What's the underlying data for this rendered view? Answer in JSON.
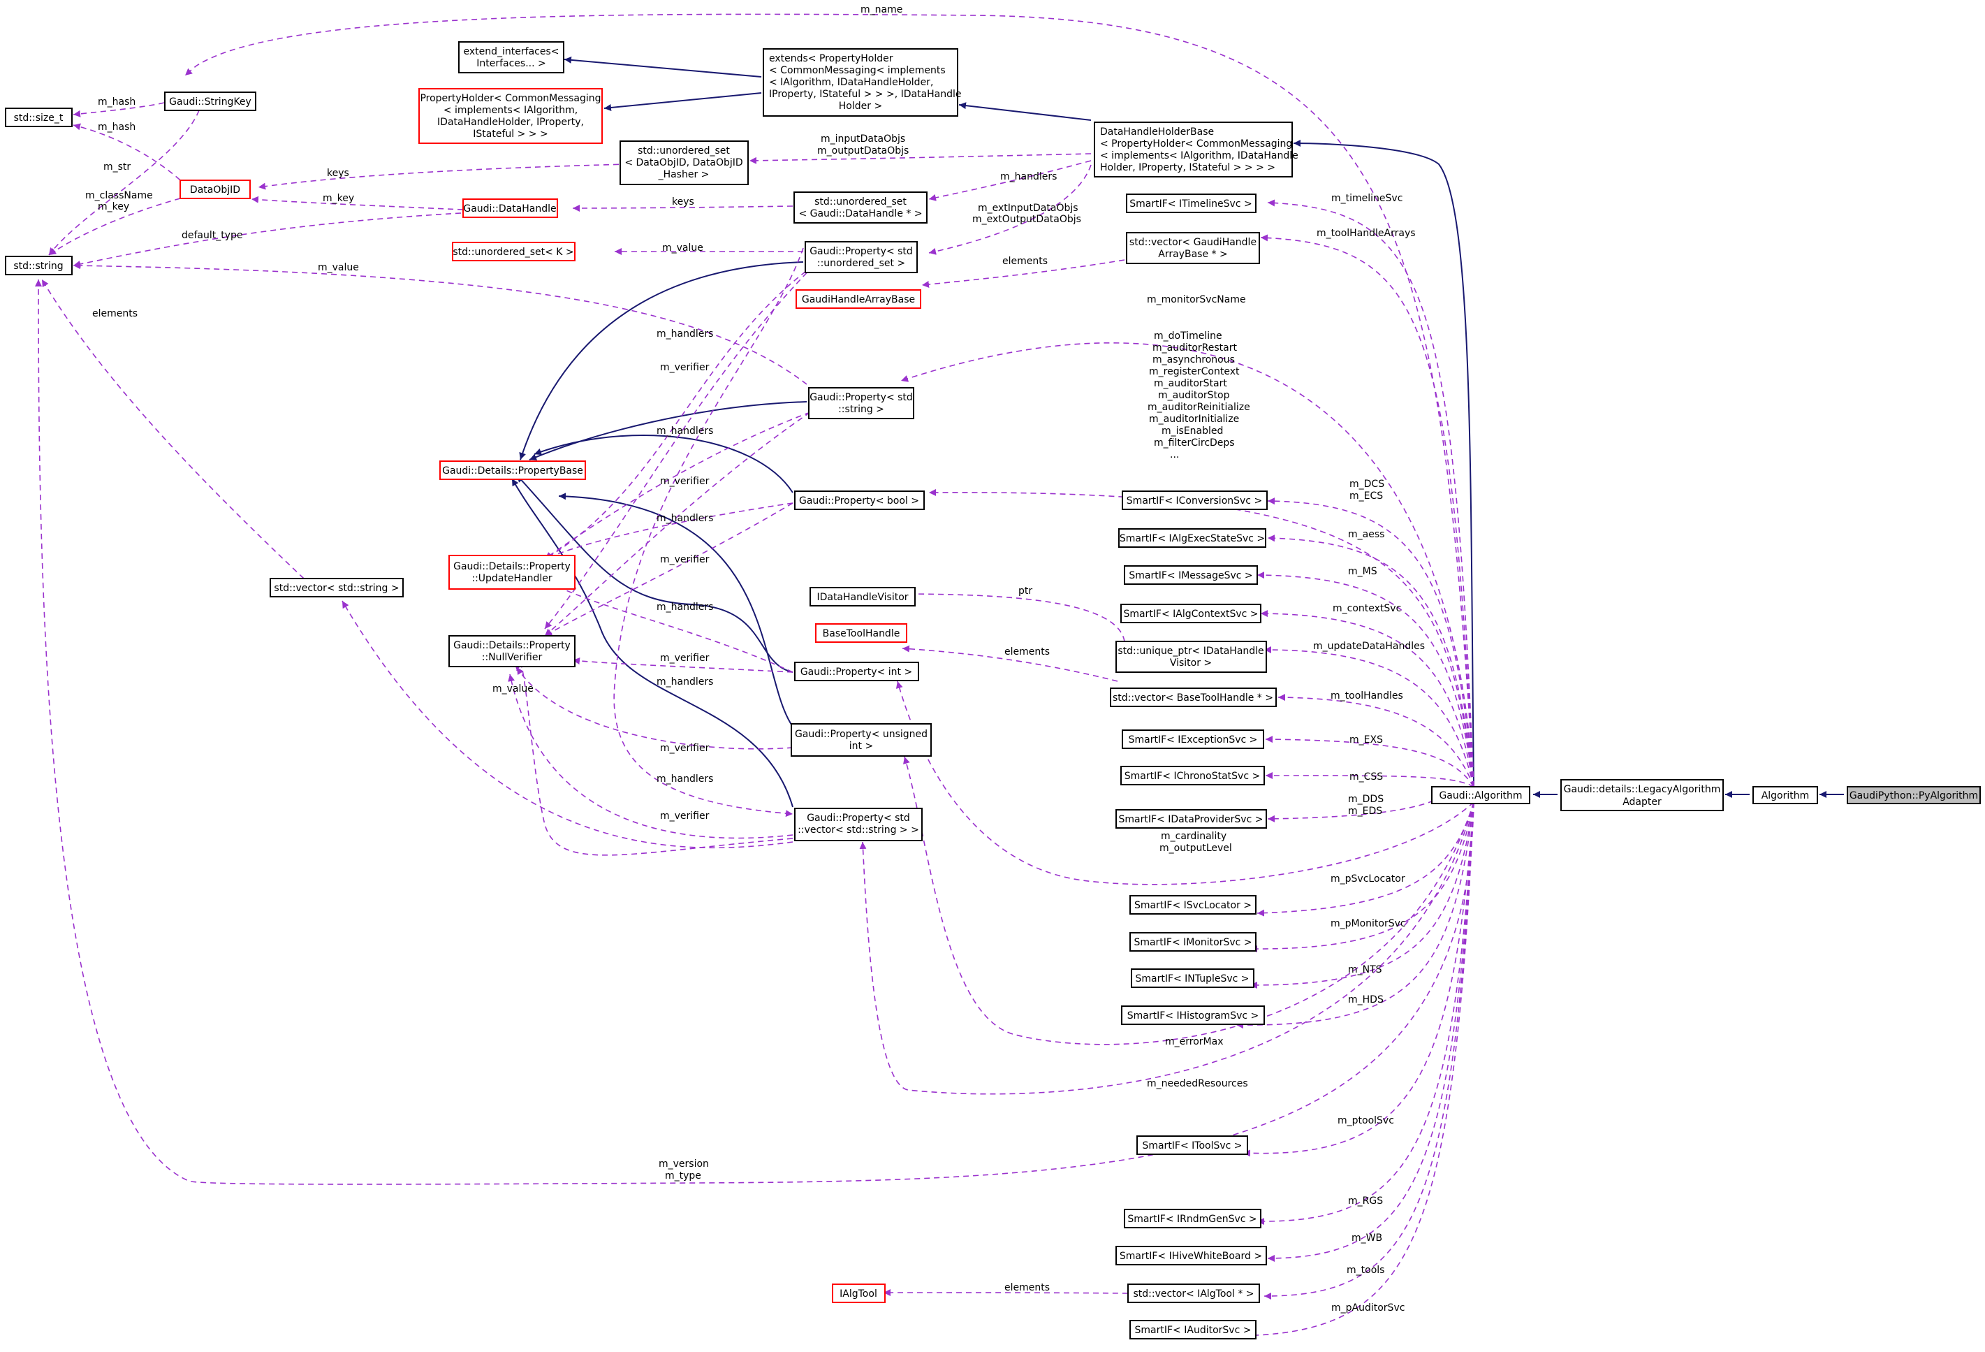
{
  "nodes": {
    "py_algorithm": "GaudiPython::PyAlgorithm",
    "algorithm": "Algorithm",
    "legacy_adapter": [
      "Gaudi::details::LegacyAlgorithm",
      "Adapter"
    ],
    "gaudi_algorithm": "Gaudi::Algorithm",
    "data_handle_holder_base": [
      "DataHandleHolderBase",
      "< PropertyHolder< CommonMessaging",
      "< implements< IAlgorithm, IDataHandle",
      "Holder, IProperty, IStateful > > > >"
    ],
    "extends_property_holder": [
      "extends< PropertyHolder",
      "< CommonMessaging< implements",
      "< IAlgorithm, IDataHandleHolder,",
      "IProperty, IStateful > > >, IDataHandle",
      "Holder >"
    ],
    "extend_interfaces": [
      "extend_interfaces<",
      "Interfaces... >"
    ],
    "property_holder": [
      "PropertyHolder< CommonMessaging",
      "< implements< IAlgorithm,",
      "IDataHandleHolder, IProperty,",
      "IStateful > > >"
    ],
    "unordered_set_dataobjid": [
      "std::unordered_set",
      "< DataObjID, DataObjID",
      "_Hasher >"
    ],
    "unordered_set_datahandle": [
      "std::unordered_set",
      "< Gaudi::DataHandle * >"
    ],
    "property_unordered_set": [
      "Gaudi::Property< std",
      "::unordered_set >"
    ],
    "unordered_set_k": "std::unordered_set< K >",
    "gaudi_handle_array_base": "GaudiHandleArrayBase",
    "property_string": [
      "Gaudi::Property< std",
      "::string >"
    ],
    "property_base": "Gaudi::Details::PropertyBase",
    "property_bool": "Gaudi::Property< bool >",
    "update_handler": [
      "Gaudi::Details::Property",
      "::UpdateHandler"
    ],
    "null_verifier": [
      "Gaudi::Details::Property",
      "::NullVerifier"
    ],
    "idatahandle_visitor": "IDataHandleVisitor",
    "base_tool_handle": "BaseToolHandle",
    "property_int": "Gaudi::Property< int >",
    "property_unsigned": [
      "Gaudi::Property< unsigned",
      "int >"
    ],
    "property_vector_string": [
      "Gaudi::Property< std",
      "::vector< std::string > >"
    ],
    "ialgtool": "IAlgTool",
    "vector_string": "std::vector< std::string >",
    "size_t": "std::size_t",
    "std_string": "std::string",
    "string_key": "Gaudi::StringKey",
    "data_obj_id": "DataObjID",
    "data_handle": "Gaudi::DataHandle",
    "timeline_svc": "SmartIF< ITimelineSvc >",
    "vector_gaudi_handle_array": [
      "std::vector< GaudiHandle",
      "ArrayBase * >"
    ],
    "conversion_svc": "SmartIF< IConversionSvc >",
    "alg_exec_state_svc": "SmartIF< IAlgExecStateSvc >",
    "message_svc": "SmartIF< IMessageSvc >",
    "alg_context_svc": "SmartIF< IAlgContextSvc >",
    "unique_ptr_visitor": [
      "std::unique_ptr< IDataHandle",
      "Visitor >"
    ],
    "vector_base_tool_handle": "std::vector< BaseToolHandle * >",
    "exception_svc": "SmartIF< IExceptionSvc >",
    "chrono_stat_svc": "SmartIF< IChronoStatSvc >",
    "data_provider_svc": "SmartIF< IDataProviderSvc >",
    "svc_locator": "SmartIF< ISvcLocator >",
    "monitor_svc": "SmartIF< IMonitorSvc >",
    "ntuple_svc": "SmartIF< INTupleSvc >",
    "histogram_svc": "SmartIF< IHistogramSvc >",
    "tool_svc": "SmartIF< IToolSvc >",
    "rndm_gen_svc": "SmartIF< IRndmGenSvc >",
    "hive_white_board": "SmartIF< IHiveWhiteBoard >",
    "vector_ialgtool": "std::vector< IAlgTool * >",
    "auditor_svc": "SmartIF< IAuditorSvc >"
  },
  "edge_labels": {
    "m_name": "m_name",
    "m_hash_1": "m_hash",
    "m_hash_2": "m_hash",
    "m_str": "m_str",
    "m_classname_key": [
      "m_className",
      "m_key"
    ],
    "keys_1": "keys",
    "m_key": "m_key",
    "default_type": "default_type",
    "keys_2": "keys",
    "m_value_1": "m_value",
    "m_value_2": "m_value",
    "m_value_3": "m_value",
    "elements_1": "elements",
    "elements_2": "elements",
    "elements_3": "elements",
    "elements_4": "elements",
    "input_output_objs": [
      "m_inputDataObjs",
      "m_outputDataObjs"
    ],
    "m_handlers_main": "m_handlers",
    "ext_objs": [
      "m_extInputDataObjs",
      "m_extOutputDataObjs"
    ],
    "m_timelinesvc": "m_timelineSvc",
    "m_toolhandlearrays": "m_toolHandleArrays",
    "m_monitorsvcname": "m_monitorSvcName",
    "bool_props": [
      "m_doTimeline",
      "m_auditorRestart",
      "m_asynchronous",
      "m_registerContext",
      "m_auditorStart",
      "m_auditorStop",
      "m_auditorReinitialize",
      "m_auditorInitialize",
      "m_isEnabled",
      "m_filterCircDeps",
      "..."
    ],
    "handlers_list": [
      "m_handlers",
      "m_handlers",
      "m_handlers",
      "m_handlers",
      "m_handlers",
      "m_handlers"
    ],
    "verifier_list": [
      "m_verifier",
      "m_verifier",
      "m_verifier",
      "m_verifier",
      "m_verifier",
      "m_verifier"
    ],
    "m_dcs_ecs": [
      "m_DCS",
      "m_ECS"
    ],
    "m_aess": "m_aess",
    "m_ms": "m_MS",
    "m_contextsvc": "m_contextSvc",
    "ptr": "ptr",
    "m_updatedatahandles": "m_updateDataHandles",
    "m_toolhandles": "m_toolHandles",
    "m_exs": "m_EXS",
    "m_css": "m_CSS",
    "m_dds_eds": [
      "m_DDS",
      "m_EDS"
    ],
    "m_cardinality": [
      "m_cardinality",
      "m_outputLevel"
    ],
    "m_psvclocator": "m_pSvcLocator",
    "m_pmonitorsvc": "m_pMonitorSvc",
    "m_nts": "m_NTS",
    "m_hds": "m_HDS",
    "m_errormax": "m_errorMax",
    "m_neededresources": "m_neededResources",
    "m_ptoolsvc": "m_ptoolSvc",
    "m_version_type": [
      "m_version",
      "m_type"
    ],
    "m_rgs": "m_RGS",
    "m_wb": "m_WB",
    "m_tools": "m_tools",
    "m_pauditorsvc": "m_pAuditorSvc"
  }
}
